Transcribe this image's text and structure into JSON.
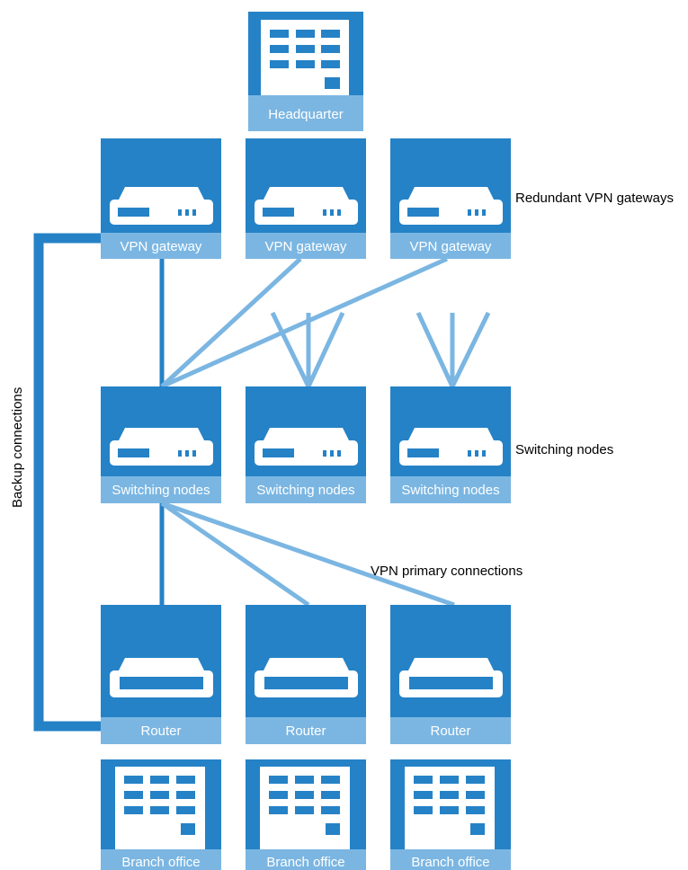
{
  "nodes": {
    "headquarter": {
      "label": "Headquarter",
      "icon": "building-icon"
    },
    "gateways": [
      {
        "label": "VPN gateway",
        "icon": "vpn-device-icon"
      },
      {
        "label": "VPN gateway",
        "icon": "vpn-device-icon"
      },
      {
        "label": "VPN gateway",
        "icon": "vpn-device-icon"
      }
    ],
    "switching": [
      {
        "label": "Switching nodes",
        "icon": "vpn-device-icon"
      },
      {
        "label": "Switching nodes",
        "icon": "vpn-device-icon"
      },
      {
        "label": "Switching nodes",
        "icon": "vpn-device-icon"
      }
    ],
    "routers": [
      {
        "label": "Router",
        "icon": "router-icon"
      },
      {
        "label": "Router",
        "icon": "router-icon"
      },
      {
        "label": "Router",
        "icon": "router-icon"
      }
    ],
    "branches": [
      {
        "label": "Branch office",
        "icon": "building-icon"
      },
      {
        "label": "Branch office",
        "icon": "building-icon"
      },
      {
        "label": "Branch office",
        "icon": "building-icon"
      }
    ]
  },
  "annotations": {
    "redundant_gateways": "Redundant VPN gateways",
    "switching_nodes": "Switching nodes",
    "primary_connections": "VPN primary connections",
    "backup_connections": "Backup connections"
  },
  "colors": {
    "node_dark": "#2582c6",
    "node_light": "#7bb6e2",
    "text_dark": "#000000",
    "text_light": "#ffffff"
  }
}
